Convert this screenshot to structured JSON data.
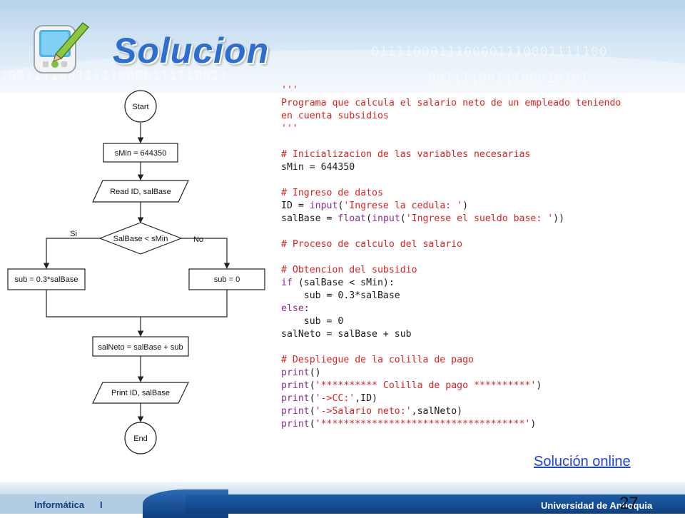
{
  "slide": {
    "title": "Solucion",
    "link_text": "Solución online",
    "footer_left": "Informática",
    "footer_sep": "I",
    "footer_right": "Universidad de Antioquia",
    "page_number": "27"
  },
  "icons": {
    "app": "pda-pencil-icon"
  },
  "colors": {
    "title": "#2f6ed1",
    "code_red": "#d92323",
    "code_purple": "#8a2d8f",
    "footer_blue": "#0f3f7e",
    "link": "#1e43d6"
  },
  "flowchart": {
    "start": "Start",
    "init": "sMin = 644350",
    "read": "Read ID, salBase",
    "decision": "SalBase < sMin",
    "yes_label": "Si",
    "no_label": "No",
    "yes_branch": "sub = 0.3*salBase",
    "no_branch": "sub = 0",
    "compute": "salNeto = salBase + sub",
    "print": "Print ID, salBase",
    "end": "End"
  },
  "code_lines": [
    [
      [
        "s",
        "'''"
      ]
    ],
    [
      [
        "s",
        "Programa que calcula el salario neto de un empleado teniendo"
      ]
    ],
    [
      [
        "s",
        "en cuenta subsidios"
      ]
    ],
    [
      [
        "s",
        "'''"
      ]
    ],
    [],
    [
      [
        "c",
        "# Inicializacion de las variables necesarias"
      ]
    ],
    [
      [
        "n",
        "sMin = 644350"
      ]
    ],
    [],
    [
      [
        "c",
        "# Ingreso de datos"
      ]
    ],
    [
      [
        "n",
        "ID = "
      ],
      [
        "f",
        "input"
      ],
      [
        "n",
        "("
      ],
      [
        "s",
        "'Ingrese la cedula: '"
      ],
      [
        "n",
        ")"
      ]
    ],
    [
      [
        "n",
        "salBase = "
      ],
      [
        "f",
        "float"
      ],
      [
        "n",
        "("
      ],
      [
        "f",
        "input"
      ],
      [
        "n",
        "("
      ],
      [
        "s",
        "'Ingrese el sueldo base: '"
      ],
      [
        "n",
        "))"
      ]
    ],
    [],
    [
      [
        "c",
        "# Proceso de calculo del salario"
      ]
    ],
    [],
    [
      [
        "c",
        "# Obtencion del subsidio"
      ]
    ],
    [
      [
        "k",
        "if"
      ],
      [
        "n",
        " (salBase < sMin):"
      ]
    ],
    [
      [
        "n",
        "    sub = 0.3*salBase"
      ]
    ],
    [
      [
        "k",
        "else"
      ],
      [
        "n",
        ":"
      ]
    ],
    [
      [
        "n",
        "    sub = 0"
      ]
    ],
    [
      [
        "n",
        "salNeto = salBase + sub"
      ]
    ],
    [],
    [
      [
        "c",
        "# Despliegue de la colilla de pago"
      ]
    ],
    [
      [
        "f",
        "print"
      ],
      [
        "n",
        "()"
      ]
    ],
    [
      [
        "f",
        "print"
      ],
      [
        "n",
        "("
      ],
      [
        "s",
        "'********** Colilla de pago **********'"
      ],
      [
        "n",
        ")"
      ]
    ],
    [
      [
        "f",
        "print"
      ],
      [
        "n",
        "("
      ],
      [
        "s",
        "'->CC:'"
      ],
      [
        "n",
        ",ID)"
      ]
    ],
    [
      [
        "f",
        "print"
      ],
      [
        "n",
        "("
      ],
      [
        "s",
        "'->Salario neto:'"
      ],
      [
        "n",
        ",salNeto)"
      ]
    ],
    [
      [
        "f",
        "print"
      ],
      [
        "n",
        "("
      ],
      [
        "s",
        "'************************************'"
      ],
      [
        "n",
        ")"
      ]
    ]
  ]
}
